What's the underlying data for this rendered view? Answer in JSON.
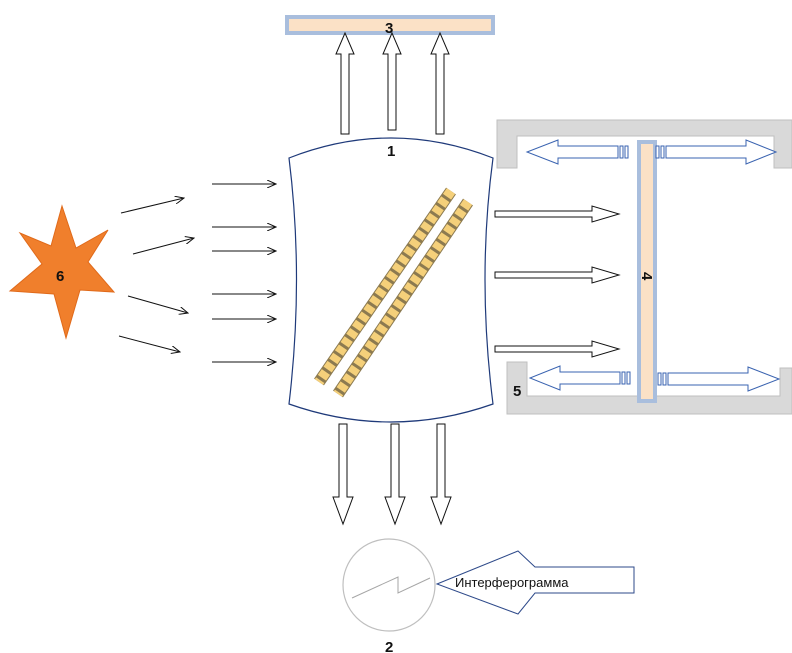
{
  "labels": {
    "beamsplitter": "1",
    "detector": "2",
    "fixed_mirror": "3",
    "moving_mirror": "4",
    "mirror_guide": "5",
    "source": "6"
  },
  "interferogram_label": "Интерферограмма",
  "colors": {
    "source_star": "#F07F2C",
    "mirror_fill": "#FBE1C6",
    "mirror_border": "#A9BEDD",
    "guide_fill": "#D9D9D9",
    "motion_arrow": "#3A63B0",
    "plate_tile": "#F5D07A",
    "outline": "#1F3A7A"
  }
}
